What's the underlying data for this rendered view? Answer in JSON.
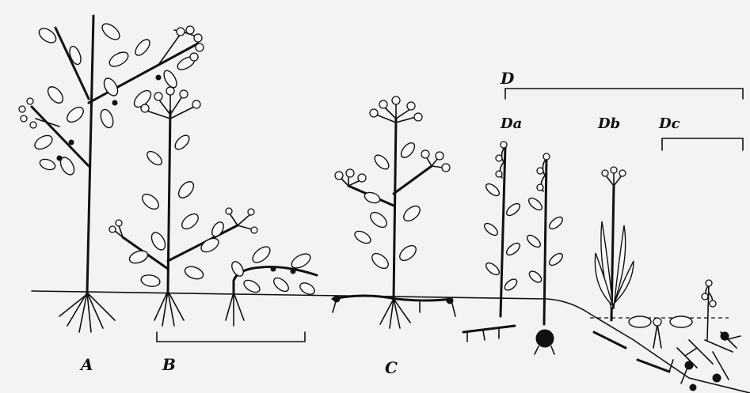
{
  "labels": {
    "A": "A",
    "B": "B",
    "C": "C",
    "D": "D",
    "Da": "Da",
    "Db": "Db",
    "Dc": "Dc"
  }
}
